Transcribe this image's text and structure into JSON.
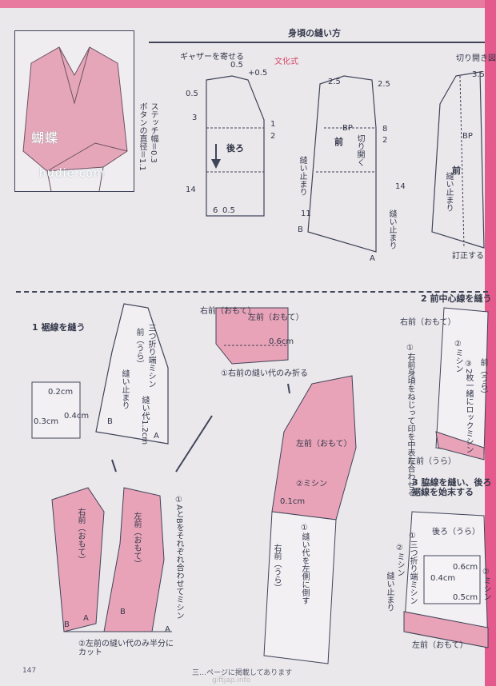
{
  "header": {
    "title": "身頃の縫い方",
    "style_label": "文化式"
  },
  "top_left": {
    "button_note": "ボタンの直径＝1.1",
    "stitch_note": "ステッチ幅＝0.3",
    "watermark_cn": "蝴蝶",
    "watermark_url": "hudie.com"
  },
  "back_piece": {
    "gather_note": "ギャザーを寄せる",
    "label": "後ろ",
    "m_05a": "0.5",
    "m_05b": "0.5",
    "m_05c": "+0.5",
    "m_3": "3",
    "m_1": "1",
    "m_2": "2",
    "m_14": "14",
    "m_6": "6",
    "m_05d": "0.5"
  },
  "front_piece": {
    "label": "前",
    "bp": "BP",
    "cut_open": "切り開く",
    "stop": "縫い止まり",
    "stop2": "縫い止まり",
    "m_25a": "2.5",
    "m_25b": "2.5",
    "m_8": "8",
    "m_11": "11",
    "m_2": "2",
    "m_14": "14",
    "a": "A",
    "b": "B"
  },
  "cut_open_diagram": {
    "title": "切り開き図",
    "m_35": "3.5",
    "bp": "BP",
    "front": "前",
    "stop": "縫い止まり",
    "finish": "訂正する"
  },
  "step1": {
    "title": "1 裾線を縫う",
    "front_ura": "前（うら）",
    "fold_note": "三つ折り端ミシン",
    "stop": "縫い止まり",
    "allow": "縫い代1.2cm",
    "m_02": "0.2cm",
    "m_03": "0.3cm",
    "m_04": "0.4cm",
    "a": "A",
    "b": "B"
  },
  "step_fold": {
    "left_front": "左前（おもて）",
    "m06": "0.6cm",
    "note": "①右前の縫い代のみ折る",
    "right_front_label": "右前（おもて）"
  },
  "step_join": {
    "right_front": "右前（おもて）",
    "left_front": "左前（おもて）",
    "note1": "①AとBをそれぞれ合わせてミシン",
    "note2": "②左前の縫い代のみ半分にカット",
    "a": "A",
    "b": "B",
    "a2": "A",
    "b2": "B"
  },
  "step_center_piece": {
    "left_front": "左前（おもて）",
    "mishin": "②ミシン",
    "m01": "0.1cm",
    "right_front": "右前（うら）",
    "note": "①縫い代を左側に倒す"
  },
  "step2": {
    "title": "2 前中心線を縫う",
    "right_front": "右前（おもて）",
    "note1": "①右前身頃をねじって印を中表に合わせる",
    "note2": "②ミシン",
    "note3": "③2枚一緒にロックミシン",
    "front_ura": "前（うら）",
    "left_front": "左前（うら）"
  },
  "step3": {
    "title": "3 脇線を縫い、後ろ裾線を始末する",
    "back_ura": "後ろ（うら）",
    "mishin": "②ミシン",
    "fold": "①三つ折り端ミシン",
    "stop": "縫い止まり",
    "mishin2": "②ミシン",
    "m06": "0.6cm",
    "m04": "0.4cm",
    "m05": "0.5cm",
    "left_front": "左前（おもて）"
  },
  "footer": {
    "page": "147",
    "note": "三…ページに掲載してあります",
    "site": "giftjap.info"
  },
  "colors": {
    "pink": "#e9a3b8",
    "line": "#3f4458",
    "edge": "#e45a8c"
  }
}
